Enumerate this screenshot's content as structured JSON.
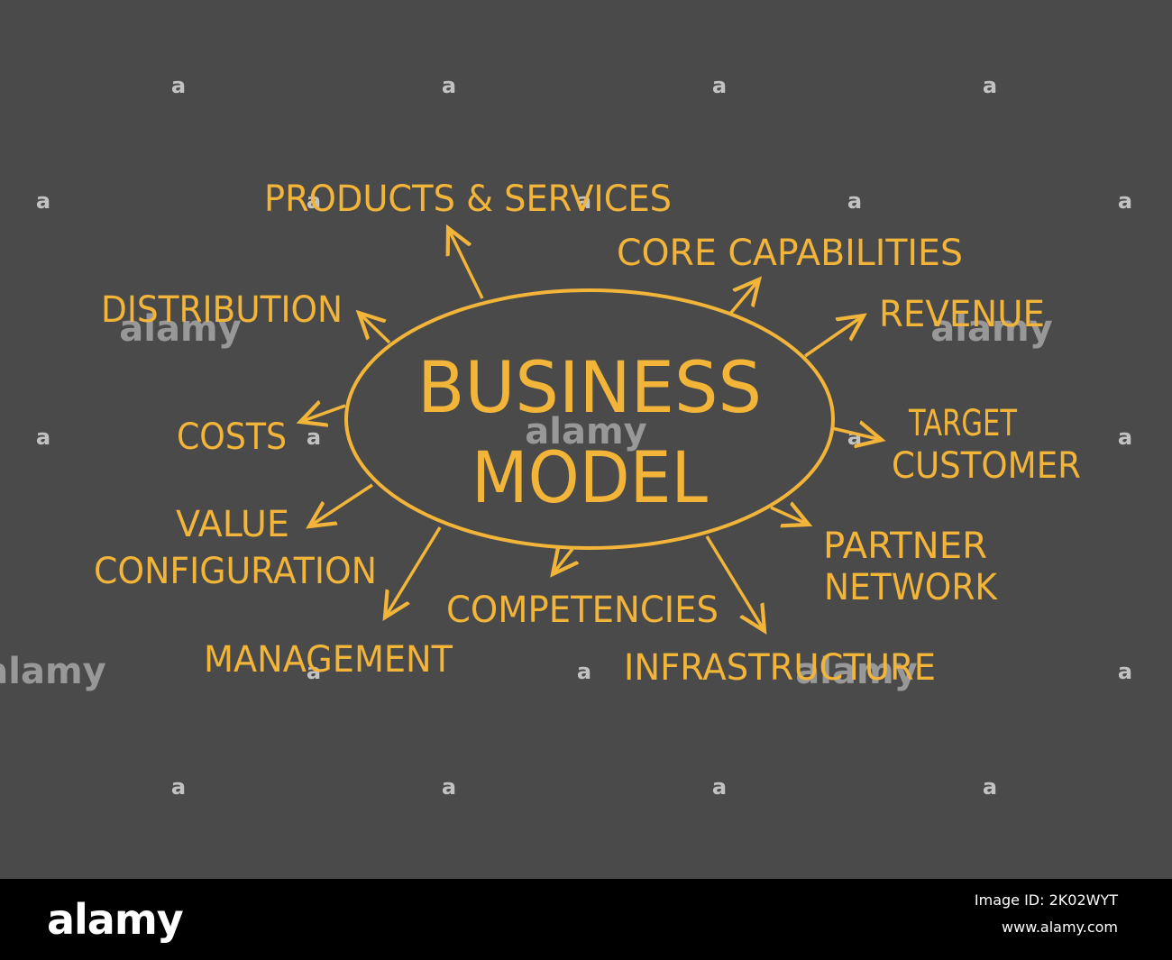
{
  "colors": {
    "background": "#4a4a4a",
    "accent": "#f2b53a",
    "footer": "#000000"
  },
  "center": {
    "line1": "BUSINESS",
    "line2": "MODEL"
  },
  "nodes": [
    {
      "id": "products-services",
      "lines": [
        "PRODUCTS & SERVICES"
      ]
    },
    {
      "id": "core-capabilities",
      "lines": [
        "CORE CAPABILITIES"
      ]
    },
    {
      "id": "distribution",
      "lines": [
        "DISTRIBUTION"
      ]
    },
    {
      "id": "revenue",
      "lines": [
        "REVENUE"
      ]
    },
    {
      "id": "costs",
      "lines": [
        "COSTS"
      ]
    },
    {
      "id": "target-customer",
      "lines": [
        "TARGET",
        "CUSTOMER"
      ]
    },
    {
      "id": "value-configuration",
      "lines": [
        "VALUE",
        "CONFIGURATION"
      ]
    },
    {
      "id": "partner-network",
      "lines": [
        "PARTNER",
        "NETWORK"
      ]
    },
    {
      "id": "competencies",
      "lines": [
        "COMPETENCIES"
      ]
    },
    {
      "id": "management",
      "lines": [
        "MANAGEMENT"
      ]
    },
    {
      "id": "infrastructure",
      "lines": [
        "INFRASTRUCTURE"
      ]
    }
  ],
  "watermark": {
    "mark": "a",
    "word": "alamy"
  },
  "footer": {
    "brand": "alamy",
    "image_id": "Image ID: 2K02WYT",
    "url": "www.alamy.com"
  }
}
